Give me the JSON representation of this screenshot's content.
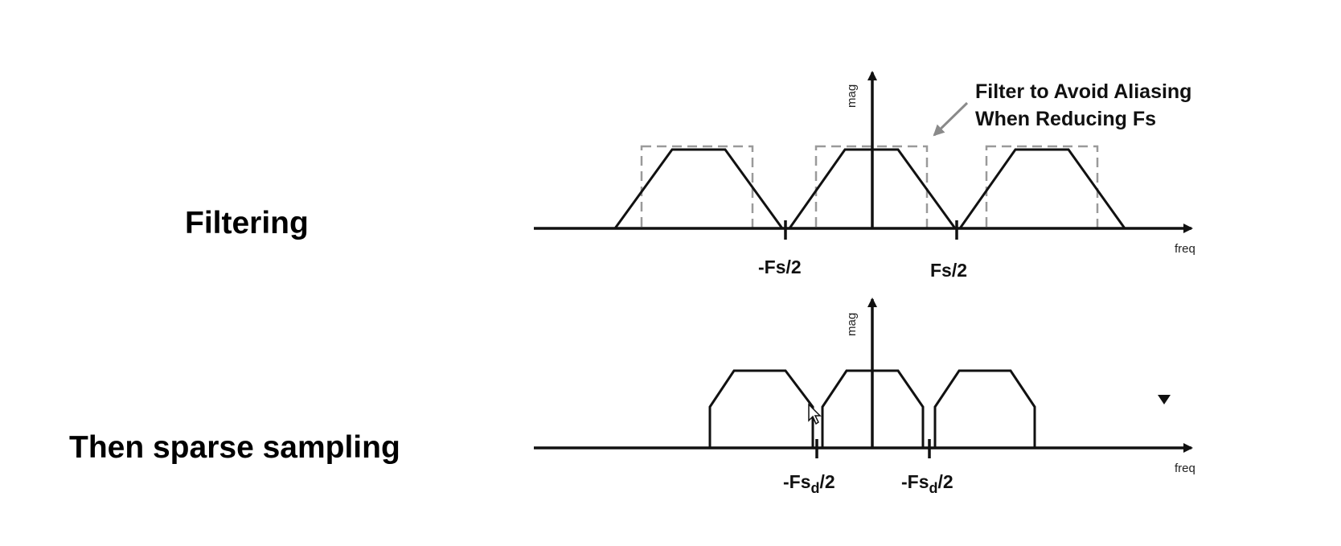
{
  "sections": {
    "filtering_label": "Filtering",
    "sparse_label": "Then sparse sampling"
  },
  "top_plot": {
    "y_axis_label": "mag",
    "x_axis_label": "freq",
    "tick_left": "-Fs/2",
    "tick_right": "Fs/2",
    "annotation_line1": "Filter to Avoid Aliasing",
    "annotation_line2": "When Reducing Fs"
  },
  "bottom_plot": {
    "y_axis_label": "mag",
    "x_axis_label": "freq",
    "tick_left_prefix": "-Fs",
    "tick_left_sub": "d",
    "tick_left_suffix": "/2",
    "tick_right_prefix": "-Fs",
    "tick_right_sub": "d",
    "tick_right_suffix": "/2"
  },
  "colors": {
    "line": "#111111",
    "dashed_filter": "#9a9a9a",
    "arrow": "#8a8a8a"
  },
  "icons": {
    "cursor": "mouse-pointer-icon",
    "marker": "triangle-down-icon"
  }
}
